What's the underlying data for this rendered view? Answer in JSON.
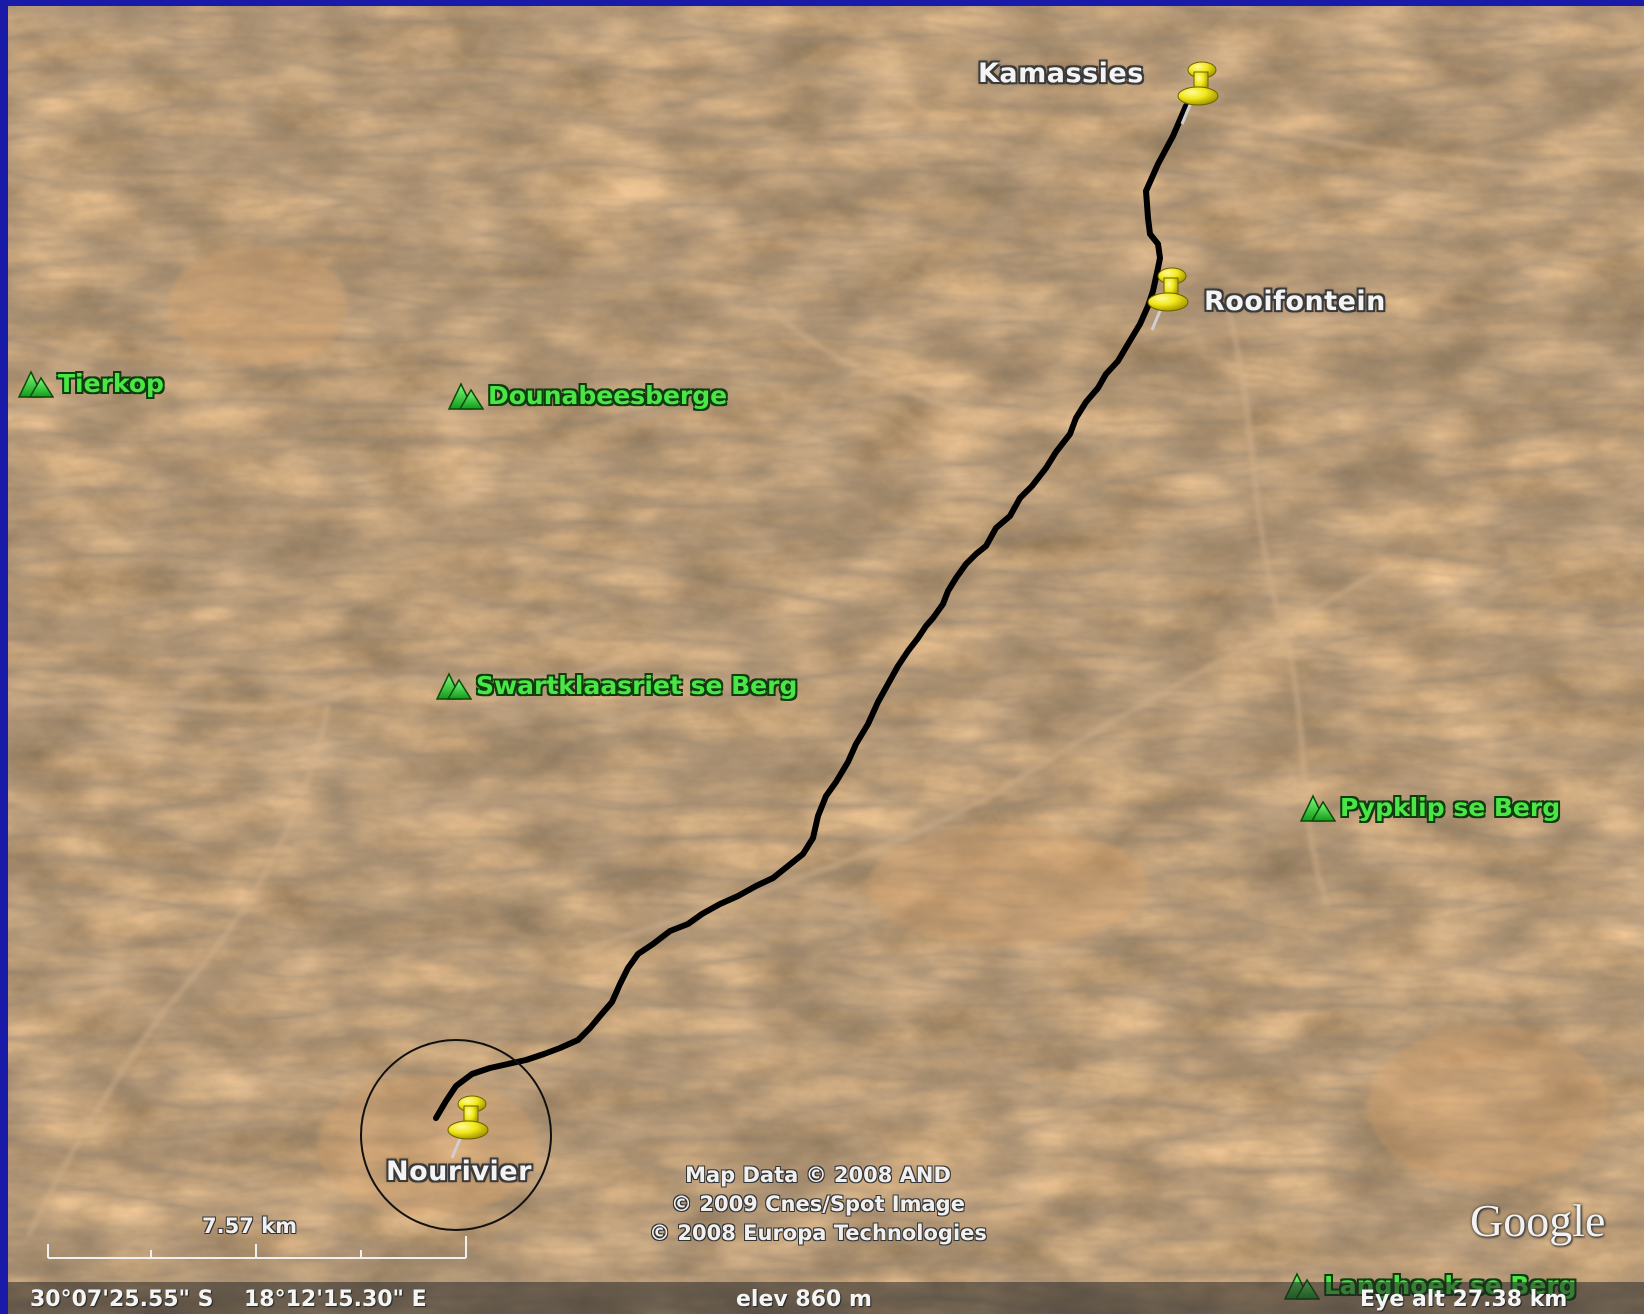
{
  "placemarks": [
    {
      "id": "kamassies",
      "label": "Kamassies"
    },
    {
      "id": "rooifontein",
      "label": "Rooifontein"
    },
    {
      "id": "nourivier",
      "label": "Nourivier"
    }
  ],
  "peaks": [
    {
      "id": "tierkop",
      "label": "Tierkop"
    },
    {
      "id": "dounabeesberge",
      "label": "Dounabeesberge"
    },
    {
      "id": "swartklaasriet",
      "label": "Swartklaasriet se Berg"
    },
    {
      "id": "pypklip",
      "label": "Pypklip se Berg"
    },
    {
      "id": "langhoek",
      "label": "Langhoek se Berg"
    }
  ],
  "credits": {
    "line1": "Map Data © 2008 AND",
    "line2": "© 2009 Cnes/Spot Image",
    "line3": "© 2008 Europa Technologies"
  },
  "logo": "Google",
  "scale": {
    "label": "7.57 km"
  },
  "status": {
    "latitude": "30°07'25.55\" S",
    "longitude": "18°12'15.30\" E",
    "elevation": "elev  860 m",
    "eye_alt": "Eye alt   27.38 km"
  },
  "colors": {
    "frame": "#1a1aa8",
    "route": "#000000",
    "pin": "#f2e81a",
    "peak_label": "#49e646",
    "terrain_light": "#b08458",
    "terrain_dark": "#5e4a38"
  },
  "icons": {
    "placemark": "yellow-pushpin-icon",
    "peak": "green-mountain-icon"
  }
}
